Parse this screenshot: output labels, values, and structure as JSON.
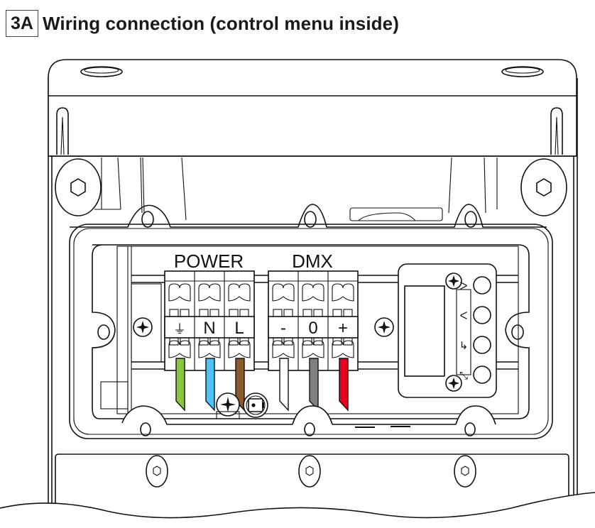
{
  "heading": {
    "step": "3A",
    "title": "Wiring connection (control menu inside)"
  },
  "terminal_groups": [
    {
      "label": "POWER",
      "terminals": [
        {
          "symbol": "⏚",
          "name": "ground",
          "wire_color": "#8cc63f"
        },
        {
          "symbol": "N",
          "name": "neutral",
          "wire_color": "#4fc3f7"
        },
        {
          "symbol": "L",
          "name": "live",
          "wire_color": "#8b5a2b"
        }
      ]
    },
    {
      "label": "DMX",
      "terminals": [
        {
          "symbol": "-",
          "name": "dmx-minus",
          "wire_color": "#ffffff"
        },
        {
          "symbol": "0",
          "name": "dmx-ground",
          "wire_color": "#808080"
        },
        {
          "symbol": "+",
          "name": "dmx-plus",
          "wire_color": "#e8001c"
        }
      ]
    }
  ],
  "control_panel": {
    "buttons": [
      {
        "icon": "right-arrow-icon",
        "glyph": "ᐳ"
      },
      {
        "icon": "left-arrow-icon",
        "glyph": "ᐸ"
      },
      {
        "icon": "enter-icon",
        "glyph": "↳"
      },
      {
        "icon": "escape-icon",
        "glyph": "⤡"
      }
    ]
  }
}
